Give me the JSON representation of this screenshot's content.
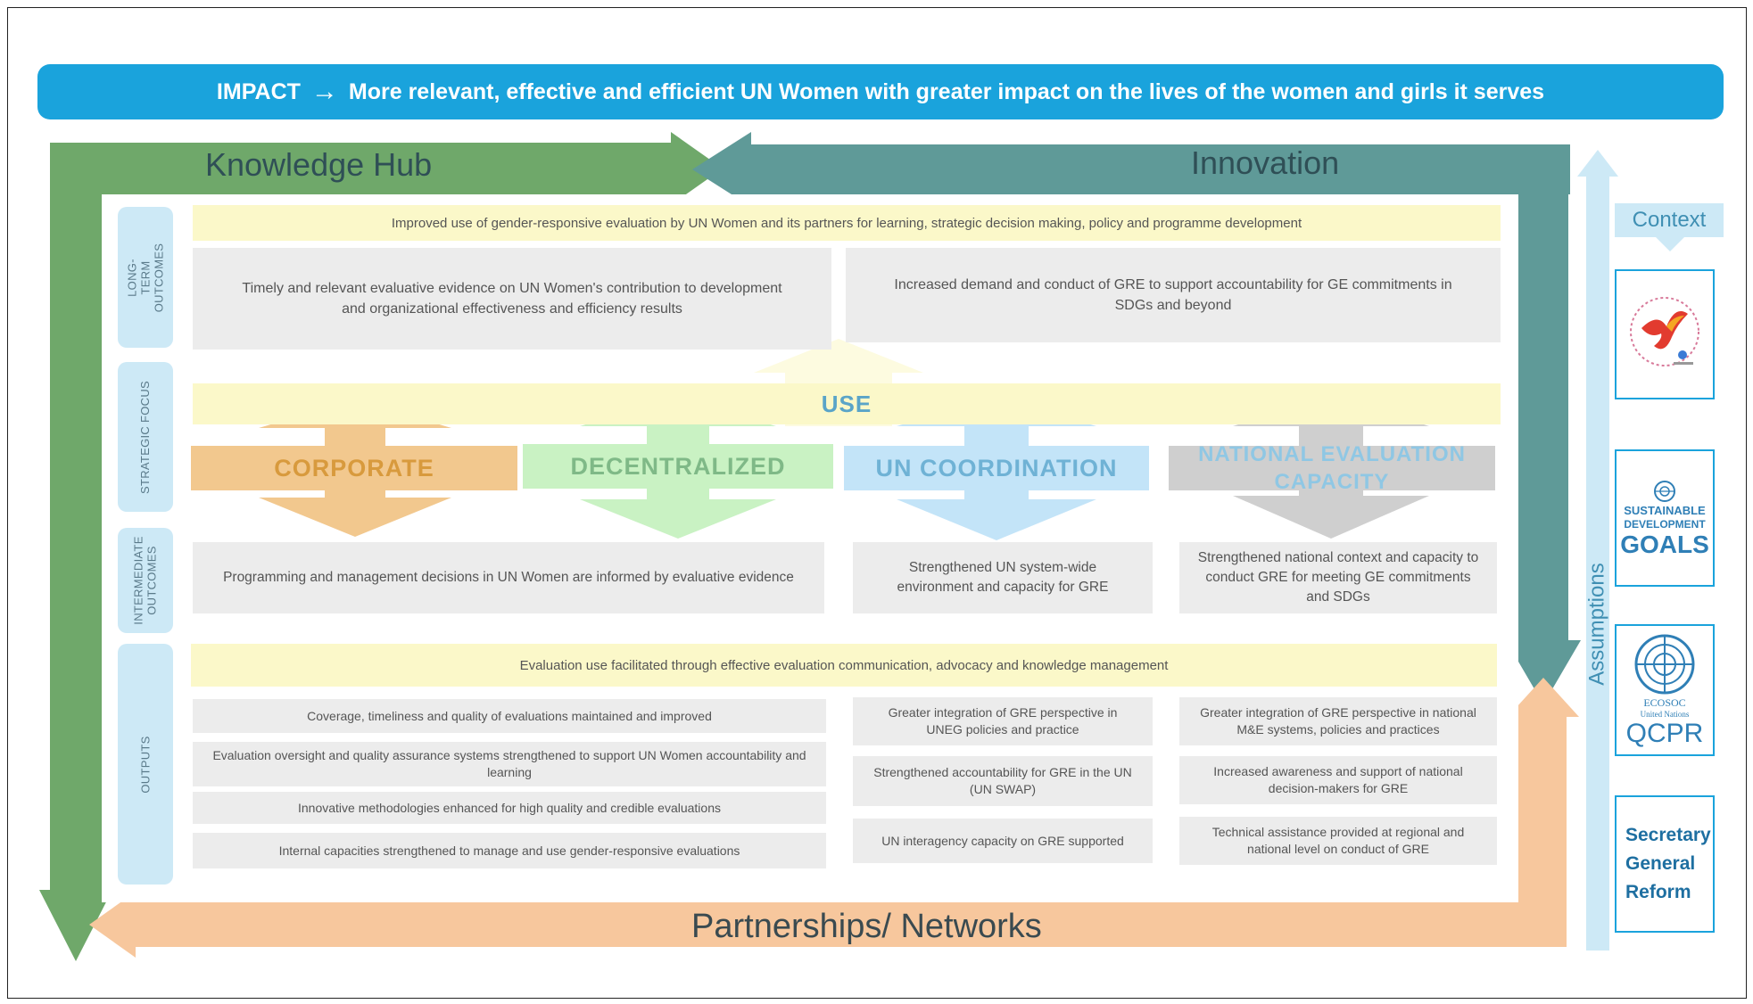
{
  "impact": {
    "label": "IMPACT",
    "arrow": "→",
    "statement": "More relevant, effective and efficient UN Women with greater impact on the lives of the women and girls it serves"
  },
  "bands": {
    "knowledge_hub": "Knowledge Hub",
    "innovation": "Innovation",
    "partnerships": "Partnerships/ Networks",
    "assumptions": "Assumptions"
  },
  "rows": {
    "long_term": "LONG-TERM OUTCOMES",
    "strategic": "STRATEGIC FOCUS",
    "intermediate": "INTERMEDIATE OUTCOMES",
    "outputs": "OUTPUTS"
  },
  "long_term": {
    "banner": "Improved use of gender-responsive evaluation by UN Women and its partners for learning, strategic decision making, policy and programme development",
    "left": "Timely and relevant evaluative evidence on UN Women's contribution to development and organizational effectiveness and efficiency results",
    "right": "Increased demand and conduct of GRE to support accountability for GE commitments in SDGs and beyond"
  },
  "strategic": {
    "use": "USE",
    "corporate": "CORPORATE",
    "decentralized": "DECENTRALIZED",
    "un_coordination": "UN COORDINATION",
    "national": "NATIONAL EVALUATION CAPACITY"
  },
  "intermediate": {
    "left": "Programming and management decisions in UN Women are informed by evaluative evidence",
    "middle": "Strengthened UN system-wide environment and capacity for GRE",
    "right": "Strengthened national context and capacity to conduct GRE for meeting GE commitments and SDGs"
  },
  "outputs": {
    "banner": "Evaluation use facilitated through effective evaluation communication, advocacy and knowledge management",
    "col1": [
      "Coverage, timeliness and quality of evaluations maintained and improved",
      "Evaluation oversight and quality assurance systems strengthened to support UN Women accountability and learning",
      "Innovative methodologies enhanced for high quality and credible evaluations",
      "Internal capacities strengthened to manage and use gender-responsive evaluations"
    ],
    "col2": [
      "Greater integration of GRE perspective in UNEG policies and practice",
      "Strengthened accountability for GRE in the UN (UN SWAP)",
      "UN interagency capacity on GRE supported"
    ],
    "col3": [
      "Greater integration of GRE perspective in national M&E systems, policies and practices",
      "Increased awareness and support of national decision-makers for GRE",
      "Technical assistance provided at regional and national level on conduct of GRE"
    ]
  },
  "context": {
    "title": "Context",
    "sdg": [
      "SUSTAINABLE",
      "DEVELOPMENT",
      "GOALS"
    ],
    "ecosoc": "ECOSOC",
    "united_nations": "United Nations",
    "qcpr": "QCPR",
    "sg_reform": [
      "Secretary",
      "General",
      "Reform"
    ]
  },
  "colors": {
    "impact_blue": "#1aa3dc",
    "knowledge_green": "#6fa86a",
    "innovation_teal": "#5f9a98",
    "partnerships_orange": "#f7c79d",
    "yellow_banner": "#fbf8c9",
    "corporate": "#f2c88e",
    "decentralized": "#c9f2c3",
    "un_coordination": "#c3e4f8",
    "national": "#cfcfcf"
  }
}
